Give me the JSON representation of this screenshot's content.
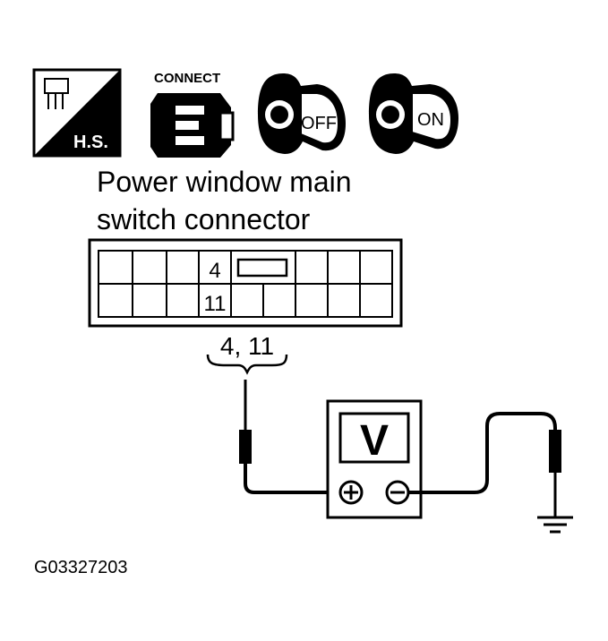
{
  "icons": {
    "hs": {
      "label": "H.S."
    },
    "connect": {
      "label": "CONNECT"
    },
    "key_off": {
      "label": "OFF"
    },
    "key_on": {
      "label": "ON"
    }
  },
  "connector": {
    "title_line1": "Power window main",
    "title_line2": "switch connector",
    "terminal_top": "4",
    "terminal_bottom": "11",
    "probe_label": "4, 11"
  },
  "meter": {
    "display": "V",
    "plus_symbol": "+",
    "minus_symbol": "−"
  },
  "figure_id": "G03327203"
}
